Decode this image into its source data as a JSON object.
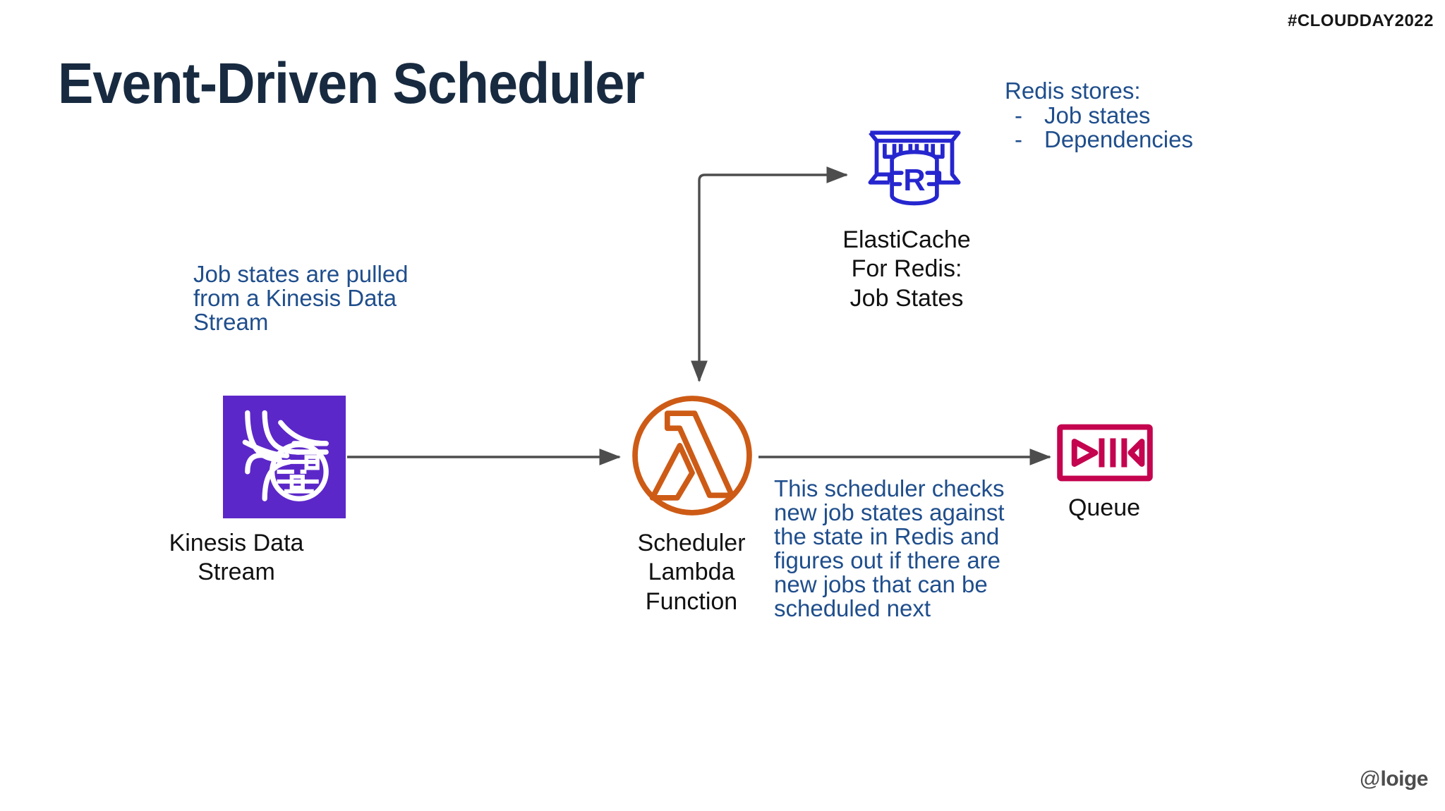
{
  "header": {
    "hashtag": "#CLOUDDAY2022",
    "title": "Event-Driven Scheduler",
    "handle_at": "@",
    "handle_name": "loige"
  },
  "colors": {
    "title": "#172a40",
    "annotation": "#1f4e8c",
    "kinesis_purple": "#5c27c9",
    "lambda_orange": "#cd5b16",
    "redis_blue": "#2626cf",
    "queue_crimson": "#c4044f",
    "arrow_gray": "#4d4d4d",
    "background": "#ffffff"
  },
  "diagram": {
    "type": "flow",
    "nodes": [
      {
        "id": "kinesis",
        "icon": "kinesis-data-stream-icon",
        "label": "Kinesis Data\nStream",
        "color": "#5c27c9"
      },
      {
        "id": "lambda",
        "icon": "aws-lambda-icon",
        "label": "Scheduler\nLambda\nFunction",
        "color": "#cd5b16"
      },
      {
        "id": "redis",
        "icon": "elasticache-for-redis-icon",
        "label": "ElastiCache\nFor Redis:\nJob States",
        "color": "#2626cf"
      },
      {
        "id": "queue",
        "icon": "queue-icon",
        "label": "Queue",
        "color": "#c4044f"
      }
    ],
    "edges": [
      {
        "from": "kinesis",
        "to": "lambda",
        "style": "straight",
        "direction": "forward"
      },
      {
        "from": "lambda",
        "to": "redis",
        "style": "elbow",
        "direction": "bidirectional"
      },
      {
        "from": "lambda",
        "to": "queue",
        "style": "straight",
        "direction": "forward"
      }
    ]
  },
  "annotations": {
    "kinesis_note": "Job states are pulled from a Kinesis Data Stream",
    "scheduler_note": "This scheduler checks new job states against the state in Redis and figures out if there are new jobs that can be scheduled next",
    "redis_note": {
      "heading": "Redis stores:",
      "dash": "-",
      "items": [
        "Job states",
        "Dependencies"
      ]
    }
  }
}
